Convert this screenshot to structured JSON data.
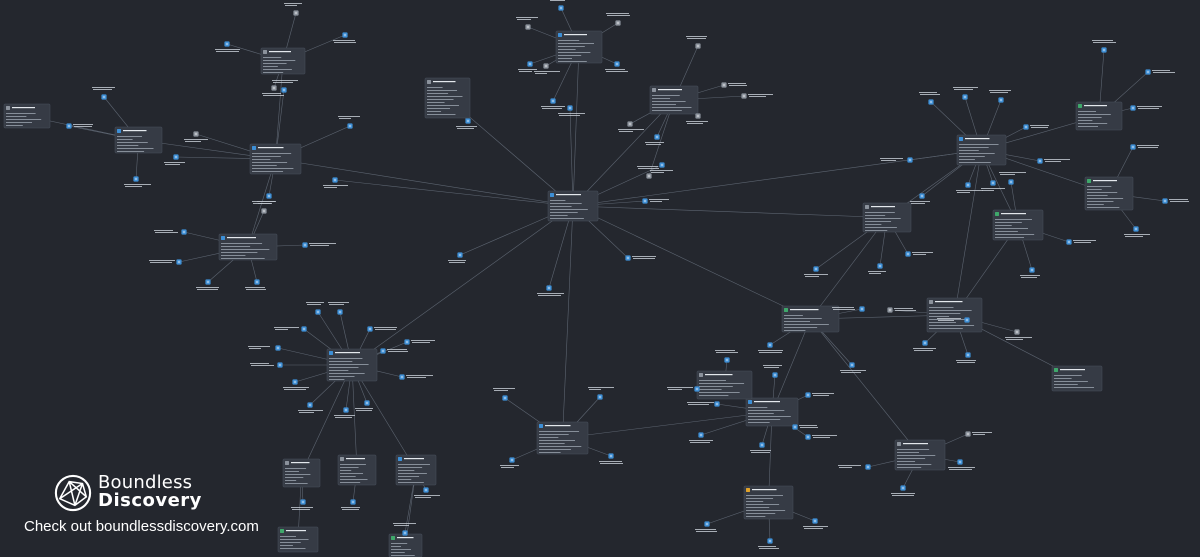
{
  "colors": {
    "background": "#24272e",
    "node_blue": "#3d8fd6",
    "node_gray": "#8b929c",
    "node_green": "#3fa86b",
    "node_orange": "#e0a22a"
  },
  "icons": {
    "node": "square-node-icon",
    "logo": "boundless-discovery-logo-icon"
  },
  "brand": {
    "name_line1": "Boundless",
    "name_line2": "Discovery",
    "call_to_action": "Check out boundlessdiscovery.com"
  }
}
